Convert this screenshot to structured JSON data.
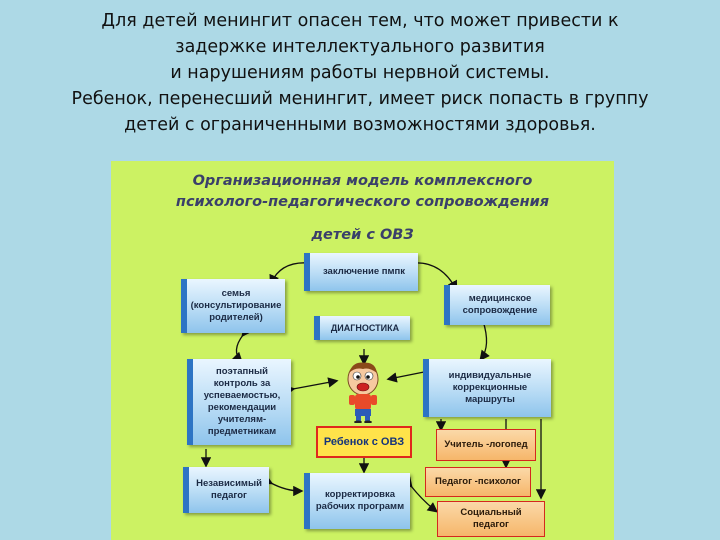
{
  "intro": {
    "line1": "Для детей менингит опасен тем, что может привести к",
    "line2": "задержке интеллектуального развития",
    "line3": "и нарушениям работы нервной системы.",
    "line4": "Ребенок, перенесший менингит, имеет риск попасть в группу",
    "line5": "детей с ограниченными возможностями здоровья."
  },
  "diagram": {
    "title_line1": "Организационная модель комплексного",
    "title_line2": "психолого-педагогического сопровождения",
    "title_line3": "детей с ОВЗ",
    "center": "Ребенок  с ОВЗ",
    "pmpk": "заключение пмпк",
    "diagnostics": "ДИАГНОСТИКА",
    "family": "семья (консультирование родителей)",
    "medical": "медицинское сопровождение",
    "control": "поэтапный контроль за успеваемостью, рекомендации учителям-предметникам",
    "routes": "индивидуальные коррекционные маршруты",
    "speech": "Учитель -логопед",
    "psychologist": "Педагог -психолог",
    "social": "Социальный педагог",
    "independent": "Независимый педагог",
    "programs": "корректировка рабочих программ"
  },
  "colors": {
    "background": "#add9e6",
    "panel": "#ccf263",
    "blue_box": "#b9dcf5",
    "orange_box": "#f6b66a",
    "center_box": "#ffe34a",
    "border_red": "#d4281e"
  },
  "icons": {
    "child": "child-cartoon-icon"
  }
}
